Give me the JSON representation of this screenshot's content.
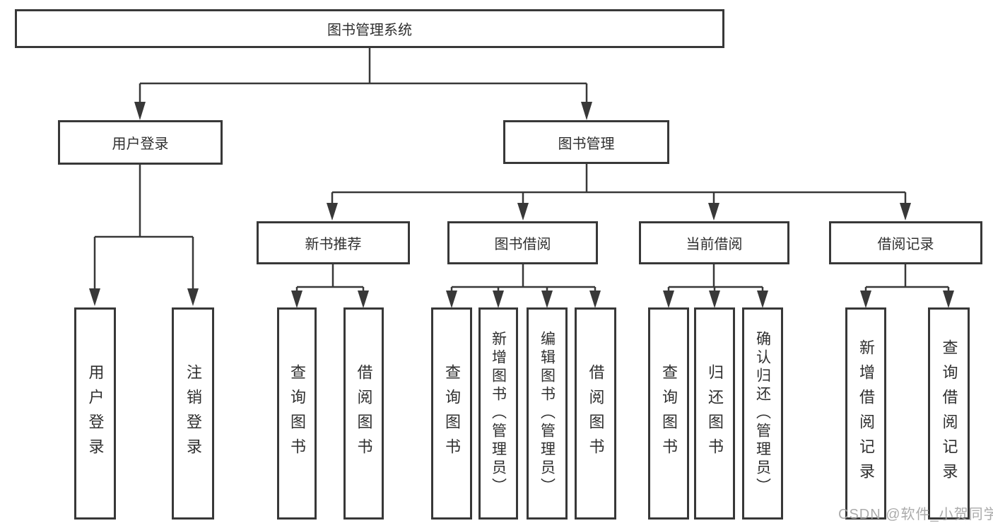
{
  "colors": {
    "line": "#383838",
    "text": "#2f2f2f",
    "watermark": "#a4a4a4",
    "background": "#ffffff"
  },
  "watermark": {
    "text": "CSDN @软件_小贺同学"
  },
  "tree": {
    "label": "图书管理系统",
    "children": [
      {
        "label": "用户登录",
        "children": [
          {
            "label": "用户登录"
          },
          {
            "label": "注销登录"
          }
        ]
      },
      {
        "label": "图书管理",
        "children": [
          {
            "label": "新书推荐",
            "children": [
              {
                "label": "查询图书"
              },
              {
                "label": "借阅图书"
              }
            ]
          },
          {
            "label": "图书借阅",
            "children": [
              {
                "label": "查询图书"
              },
              {
                "label": "新增图书（管理员）"
              },
              {
                "label": "编辑图书（管理员）"
              },
              {
                "label": "借阅图书"
              }
            ]
          },
          {
            "label": "当前借阅",
            "children": [
              {
                "label": "查询图书"
              },
              {
                "label": "归还图书"
              },
              {
                "label": "确认归还（管理员）"
              }
            ]
          },
          {
            "label": "借阅记录",
            "children": [
              {
                "label": "新增借阅记录"
              },
              {
                "label": "查询借阅记录"
              }
            ]
          }
        ]
      }
    ]
  }
}
